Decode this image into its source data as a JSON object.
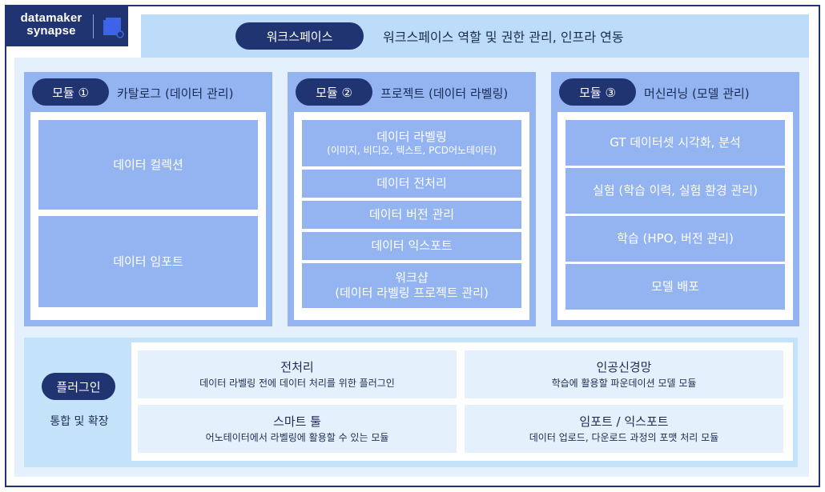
{
  "logo": {
    "line1": "datamaker",
    "line2": "synapse",
    "brand_color": "#1f3470"
  },
  "workspace": {
    "label": "워크스페이스",
    "description": "워크스페이스 역할 및 권한 관리, 인프라 연동"
  },
  "modules": [
    {
      "badge": "모듈 ①",
      "title": "카탈로그 (데이터 관리)",
      "items": [
        {
          "title": "데이터 컬렉션",
          "sub": ""
        },
        {
          "title": "데이터 임포트",
          "sub": ""
        }
      ]
    },
    {
      "badge": "모듈 ②",
      "title": "프로젝트 (데이터 라벨링)",
      "items": [
        {
          "title": "데이터 라벨링",
          "sub": "(이미지, 비디오, 텍스트, PCD어노테이터)"
        },
        {
          "title": "데이터 전처리",
          "sub": ""
        },
        {
          "title": "데이터 버전 관리",
          "sub": ""
        },
        {
          "title": "데이터 익스포트",
          "sub": ""
        },
        {
          "title": "워크샵",
          "sub": "(데이터 라벨링 프로젝트 관리)"
        }
      ]
    },
    {
      "badge": "모듈 ③",
      "title": "머신러닝 (모델 관리)",
      "items": [
        {
          "title": "GT 데이터셋 시각화, 분석",
          "sub": ""
        },
        {
          "title": "실험 (학습 이력, 실험 환경 관리)",
          "sub": ""
        },
        {
          "title": "학습 (HPO, 버전 관리)",
          "sub": ""
        },
        {
          "title": "모델 배포",
          "sub": ""
        }
      ]
    }
  ],
  "plugins": {
    "badge": "플러그인",
    "subtitle": "통합 및 확장",
    "items": [
      {
        "title": "전처리",
        "desc": "데이터 라벨링 전에 데이터 처리를 위한 플러그인"
      },
      {
        "title": "인공신경망",
        "desc": "학습에 활용할 파운데이션 모델 모듈"
      },
      {
        "title": "스마트 툴",
        "desc": "어노테이터에서 라벨링에 활용할 수 있는 모듈"
      },
      {
        "title": "임포트 / 익스포트",
        "desc": "데이터 업로드, 다운로드 과정의 포맷 처리 모듈"
      }
    ]
  },
  "colors": {
    "navy": "#1f3470",
    "module_blue": "#93b4f1",
    "workspace_bar": "#bcdcfa",
    "outer_panel": "#e4f1fc",
    "plugin_panel": "#c4e3fb"
  }
}
